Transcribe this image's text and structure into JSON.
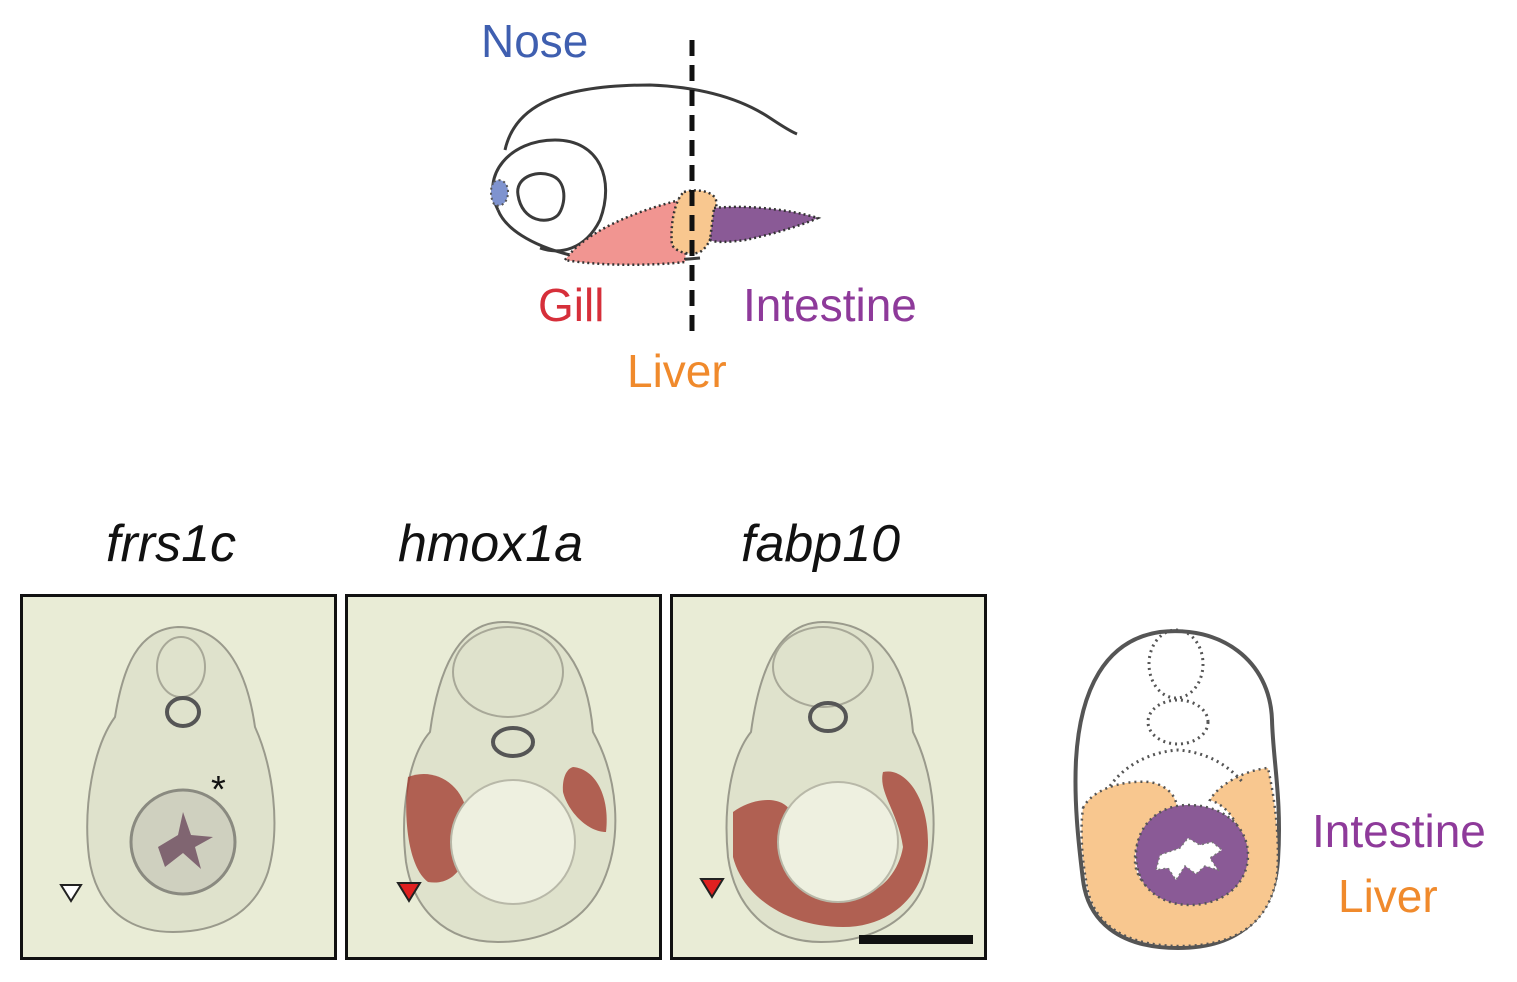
{
  "schematic": {
    "labels": {
      "nose": "Nose",
      "gill": "Gill",
      "liver": "Liver",
      "intestine": "Intestine"
    },
    "colors": {
      "nose": "#3f5fb0",
      "gill": "#d62f3a",
      "liver": "#f08a2c",
      "intestine": "#8e3a9a",
      "nose_fill": "#7f93cf",
      "gill_fill": "#f19591",
      "liver_fill": "#f8c78f",
      "intestine_fill": "#8a5a96"
    }
  },
  "panels": [
    {
      "gene": "frrs1c",
      "arrowhead": "open"
    },
    {
      "gene": "hmox1a",
      "arrowhead": "red"
    },
    {
      "gene": "fabp10",
      "arrowhead": "red"
    }
  ],
  "section_schematic": {
    "labels": {
      "intestine": "Intestine",
      "liver": "Liver"
    }
  },
  "annotations": {
    "asterisk": "*"
  }
}
